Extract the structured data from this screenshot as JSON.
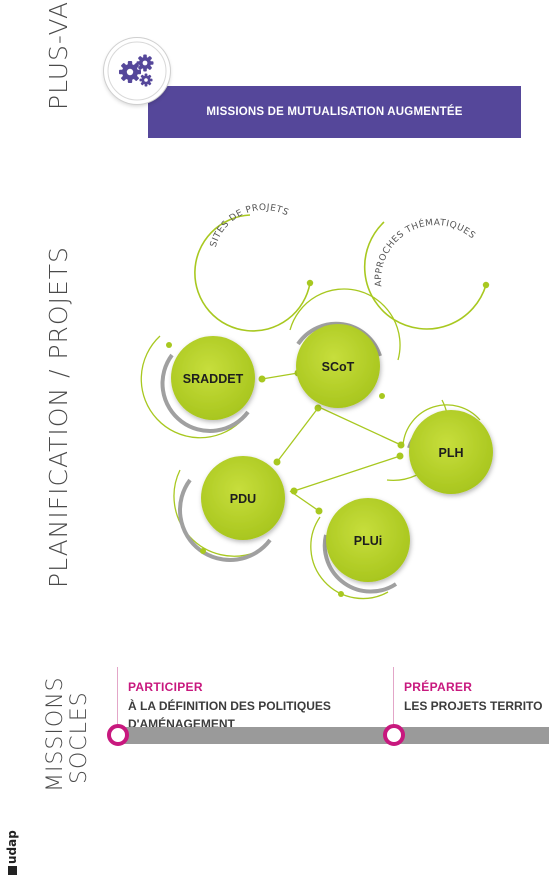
{
  "sections": {
    "plus_value": "PLUS-VALUE",
    "planification": "PLANIFICATION / PROJETS",
    "missions_line1": "MISSIONS",
    "missions_line2": "SOCLES"
  },
  "mission_banner": "MISSIONS DE MUTUALISATION AUGMENTÉE",
  "arc_labels": {
    "sites": "SITES DE PROJETS",
    "approches": "APPROCHES THÉMATIQUES"
  },
  "nodes": {
    "sraddet": "SRADDET",
    "scot": "SCoT",
    "plh": "PLH",
    "pdu": "PDU",
    "plui": "PLUi"
  },
  "missions": [
    {
      "title": "PARTICIPER",
      "line1": "À LA DÉFINITION DES POLITIQUES",
      "line2": "D'AMÉNAGEMENT"
    },
    {
      "title": "PRÉPARER",
      "line1": "LES PROJETS TERRITO",
      "line2": ""
    }
  ],
  "logo": "udap",
  "colors": {
    "accent_green": "#a8c820",
    "node_green": "#b9d32a",
    "purple": "#55479a",
    "magenta": "#c8187e",
    "grey": "#9a9a9a"
  },
  "icons": [
    "gears-icon"
  ]
}
